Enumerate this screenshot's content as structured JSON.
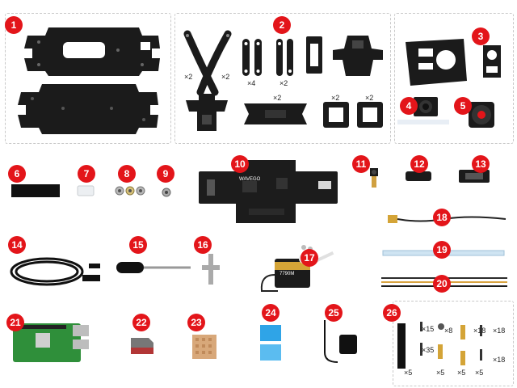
{
  "badges": [
    "1",
    "2",
    "3",
    "4",
    "5",
    "6",
    "7",
    "8",
    "9",
    "10",
    "11",
    "12",
    "13",
    "14",
    "15",
    "16",
    "17",
    "18",
    "19",
    "20",
    "21",
    "22",
    "23",
    "24",
    "25",
    "26"
  ],
  "quantities": {
    "p2_bracket_a": "×2",
    "p2_bracket_b": "×2",
    "p2_link_a": "×4",
    "p2_link_b": "×2",
    "p2_center": "×2",
    "p2_leg_a": "×2",
    "p2_leg_b": "×2",
    "p26_a": "×15",
    "p26_b": "×8",
    "p26_c": "×18",
    "p26_d": "×35",
    "p26_e": "×18",
    "p26_f": "×5",
    "p26_g": "×5",
    "p26_h": "×5",
    "p26_i": "×5",
    "p26_j": "×18"
  },
  "labels": {
    "board_brand": "WAVEGO",
    "servo_label": "7790M"
  },
  "colors": {
    "accent": "#e3151a",
    "part_black": "#1b1b1b",
    "pcb_green": "#2f8f3a",
    "cable_blue": "#cfe4f2"
  }
}
